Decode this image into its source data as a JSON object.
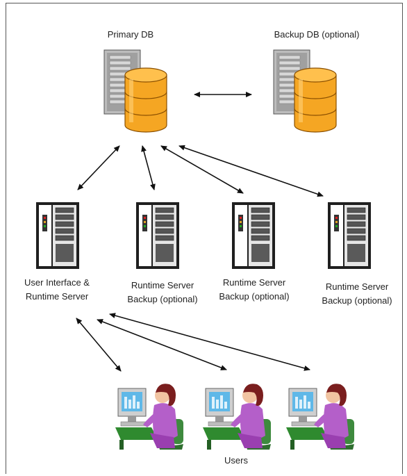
{
  "nodes": {
    "primary_db": {
      "label": "Primary DB"
    },
    "backup_db": {
      "label": "Backup DB (optional)"
    },
    "ui_server": {
      "label_line1": "User Interface &",
      "label_line2": "Runtime Server"
    },
    "runtime_backup_1": {
      "label_line1": "Runtime Server",
      "label_line2": "Backup (optional)"
    },
    "runtime_backup_2": {
      "label_line1": "Runtime Server",
      "label_line2": "Backup (optional)"
    },
    "runtime_backup_3": {
      "label_line1": "Runtime Server",
      "label_line2": "Backup (optional)"
    },
    "users": {
      "label": "Users"
    }
  },
  "colors": {
    "db_orange": "#f5a623",
    "db_orange_dark": "#d07a00",
    "server_dark": "#2a2a2a",
    "server_grey": "#9a9a9a",
    "monitor_blue": "#5fb8e8",
    "person_purple": "#b45fc9",
    "hair": "#7a1e1e",
    "chair_green": "#3e8a3e",
    "arrow": "#111111"
  }
}
